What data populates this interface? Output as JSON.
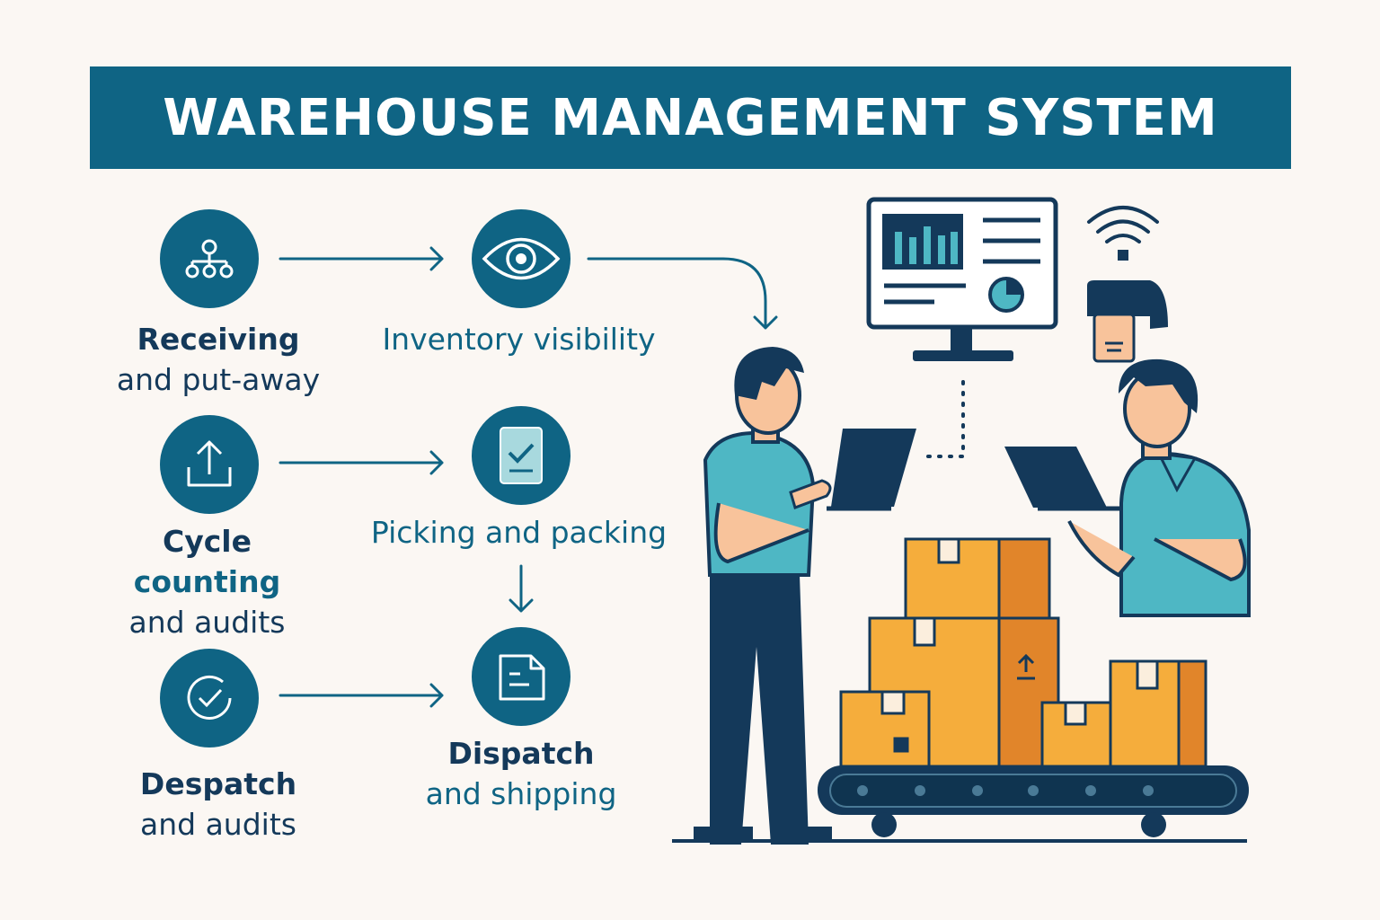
{
  "title": "WAREHOUSE MANAGEMENT SYSTEM",
  "steps": {
    "receiving": {
      "line1": "Receiving",
      "line2": "and put-away",
      "icon": "network-node-icon"
    },
    "inventory": {
      "line1": "Inventory visibility",
      "icon": "eye-icon"
    },
    "cycle": {
      "line1": "Cycle",
      "line2": "counting",
      "line3": "and audits",
      "icon": "upload-icon"
    },
    "picking": {
      "line1": "Picking and packing",
      "icon": "checklist-icon"
    },
    "despatch": {
      "line1": "Despatch",
      "line2": "and audits",
      "icon": "check-circle-icon"
    },
    "dispatch": {
      "line1": "Dispatch",
      "line2": "and shipping",
      "icon": "document-icon"
    }
  },
  "colors": {
    "primary": "#0f6484",
    "navy": "#14395a",
    "box": "#f5ad3c",
    "box_dark": "#e1852a",
    "shirt": "#4eb7c4",
    "skin": "#f8c39b",
    "background": "#fbf7f3"
  }
}
